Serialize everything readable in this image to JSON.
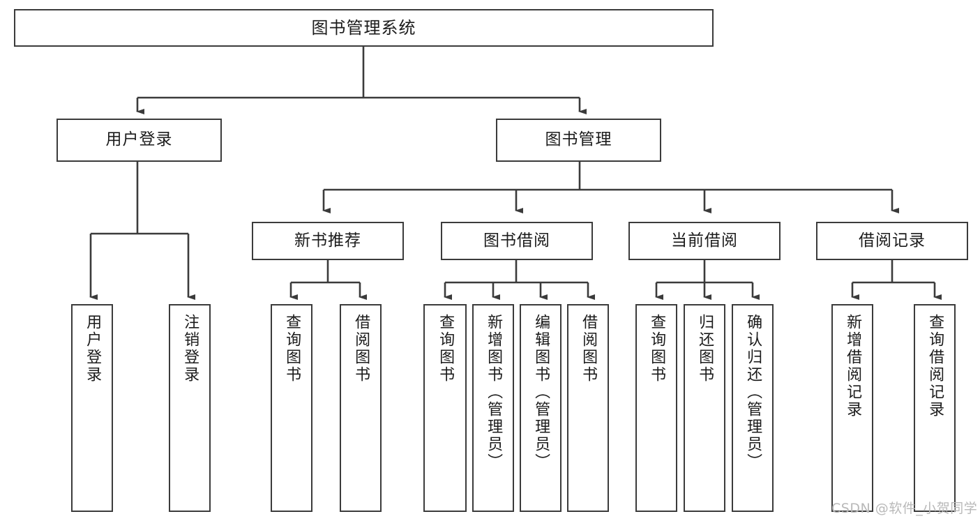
{
  "diagram": {
    "title": "图书管理系统",
    "type": "tree-hierarchy-diagram",
    "root": {
      "label": "图书管理系统"
    },
    "level1": [
      {
        "label": "用户登录"
      },
      {
        "label": "图书管理"
      }
    ],
    "level2": [
      {
        "label": "新书推荐"
      },
      {
        "label": "图书借阅"
      },
      {
        "label": "当前借阅"
      },
      {
        "label": "借阅记录"
      }
    ],
    "leaves": {
      "user_login": [
        {
          "label": "用户登录"
        },
        {
          "label": "注销登录"
        }
      ],
      "new_book_recommend": [
        {
          "label": "查询图书"
        },
        {
          "label": "借阅图书"
        }
      ],
      "book_borrow": [
        {
          "label": "查询图书"
        },
        {
          "label": "新增图书（管理员）"
        },
        {
          "label": "编辑图书（管理员）"
        },
        {
          "label": "借阅图书"
        }
      ],
      "current_borrow": [
        {
          "label": "查询图书"
        },
        {
          "label": "归还图书"
        },
        {
          "label": "确认归还（管理员）"
        }
      ],
      "borrow_record": [
        {
          "label": "新增借阅记录"
        },
        {
          "label": "查询借阅记录"
        }
      ]
    }
  },
  "watermark": {
    "text": "CSDN @软件_小贺同学"
  },
  "colors": {
    "stroke": "#3b3b3b",
    "text": "#1b1b1b",
    "background": "#ffffff",
    "watermark": "#b9b9b9"
  }
}
